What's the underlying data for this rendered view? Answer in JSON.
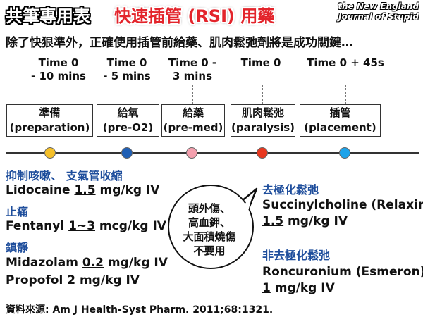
{
  "header": {
    "title_plain": "共筆專用表",
    "title_highlight": "快速插管 (RSI) 用藥",
    "logo_line1": "the New England",
    "logo_line2": "Journal of Stupid",
    "subtitle": "除了快狠準外，正確使用插管前給藥、肌肉鬆弛劑將是成功關鍵…"
  },
  "timeline": [
    {
      "time": "Time 0\n- 10 mins",
      "zh": "準備",
      "en": "(preparation)",
      "dot_color": "#f5c02a"
    },
    {
      "time": "Time 0\n- 5 mins",
      "zh": "給氧",
      "en": "(pre-O2)",
      "dot_color": "#1f5fb5"
    },
    {
      "time": "Time 0 -\n3 mins",
      "zh": "給藥",
      "en": "(pre-med)",
      "dot_color": "#f4a0ae"
    },
    {
      "time": "Time 0",
      "zh": "肌肉鬆弛",
      "en": "(paralysis)",
      "dot_color": "#e8381f"
    },
    {
      "time": "Time 0 + 45s",
      "zh": "插管",
      "en": "(placement)",
      "dot_color": "#1da3ea"
    }
  ],
  "left": {
    "sec1_label": "抑制咳嗽、 支氣管收縮",
    "lidocaine_name": "Lidocaine ",
    "lidocaine_dose": "1.5",
    "lidocaine_unit": " mg/kg IV",
    "sec2_label": "止痛",
    "fentanyl_name": "Fentanyl ",
    "fentanyl_dose": "1~3",
    "fentanyl_unit": " mcg/kg IV",
    "sec3_label": "鎮靜",
    "midazolam_name": "Midazolam ",
    "midazolam_dose": "0.2",
    "midazolam_unit": " mg/kg IV",
    "propofol_name": "Propofol ",
    "propofol_dose": "2",
    "propofol_unit": " mg/kg IV"
  },
  "bubble": {
    "text": "頭外傷、\n高血鉀、\n大面積燒傷\n不要用"
  },
  "right": {
    "sec1_label": "去極化鬆弛",
    "succ_name": "Succinylcholine (Relaxin)",
    "succ_dose": "1.5",
    "succ_unit": " mg/kg IV",
    "sec2_label": "非去極化鬆弛",
    "roc_name": "Roncuronium (Esmeron)",
    "roc_dose": "1",
    "roc_unit": " mg/kg IV"
  },
  "footer": {
    "source": "資料來源: Am J Health-Syst Pharm. 2011;68:1321."
  }
}
